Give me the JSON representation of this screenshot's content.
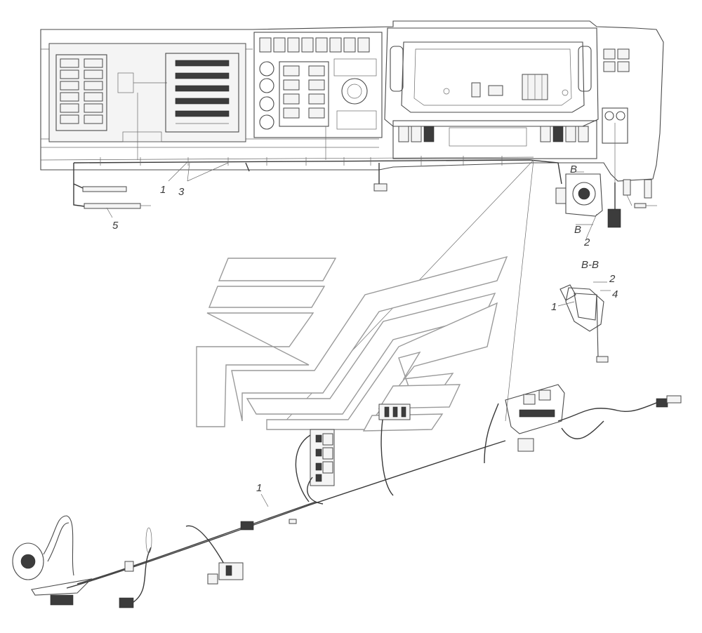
{
  "callouts": {
    "top_1": "1",
    "top_3": "3",
    "top_5": "5",
    "right_B_top": "B",
    "right_B_bottom": "B",
    "right_2": "2",
    "section_title": "B-B",
    "section_2": "2",
    "section_4": "4",
    "section_1": "1",
    "bottom_1": "1"
  },
  "colors": {
    "line": "#4a4a4a",
    "watermark": "#9a9a9a",
    "background": "#ffffff"
  }
}
